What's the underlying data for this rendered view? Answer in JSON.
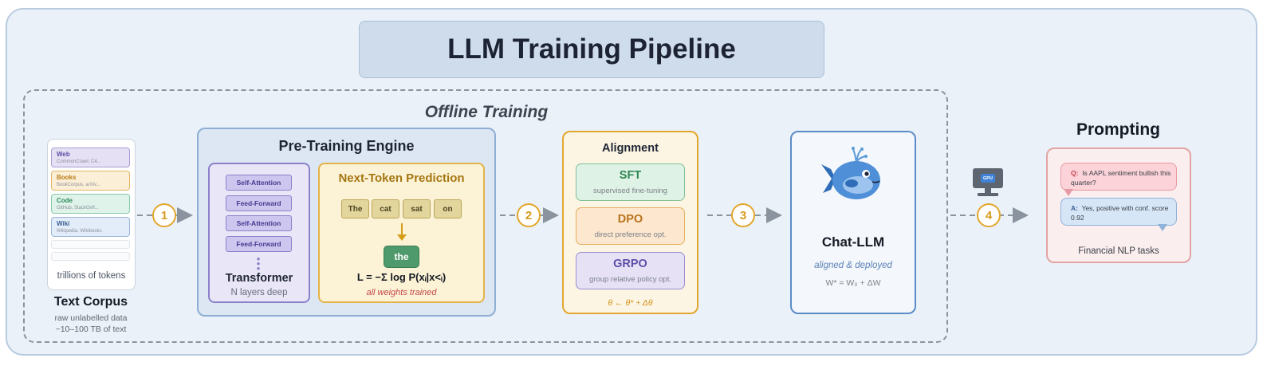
{
  "title": "LLM Training Pipeline",
  "offline_label": "Offline Training",
  "corpus": {
    "sources": [
      {
        "name": "Web",
        "sub": "CommonCrawl, C4..."
      },
      {
        "name": "Books",
        "sub": "BookCorpus, arXiv..."
      },
      {
        "name": "Code",
        "sub": "GitHub, StackOvfl..."
      },
      {
        "name": "Wiki",
        "sub": "Wikipedia, Wikibooks"
      }
    ],
    "footer": "trillions of tokens",
    "title": "Text Corpus",
    "sub1": "raw unlabelled data",
    "sub2": "~10–100 TB of text"
  },
  "steps": [
    "1",
    "2",
    "3",
    "4"
  ],
  "pretraining": {
    "title": "Pre-Training Engine",
    "layers": [
      "Self-Attention",
      "Feed-Forward",
      "Self-Attention",
      "Feed-Forward"
    ],
    "transformer_title": "Transformer",
    "transformer_sub": "N layers deep",
    "ntp_title": "Next-Token Prediction",
    "tokens": [
      "The",
      "cat",
      "sat",
      "on"
    ],
    "predicted": "the",
    "loss": "L = −Σ log P(xᵢ|x<ᵢ)",
    "note": "all weights trained"
  },
  "alignment": {
    "title": "Alignment",
    "methods": [
      {
        "name": "SFT",
        "sub": "supervised fine-tuning"
      },
      {
        "name": "DPO",
        "sub": "direct preference opt."
      },
      {
        "name": "GRPO",
        "sub": "group relative policy opt."
      }
    ],
    "update": "θ ← θ* + Δθ"
  },
  "chat": {
    "title": "Chat-LLM",
    "sub": "aligned & deployed",
    "eq": "W* = W₀ + ΔW"
  },
  "gpu_label": "GPU",
  "prompting": {
    "title": "Prompting",
    "q_label": "Q:",
    "q_text": "Is AAPL sentiment bullish this quarter?",
    "a_label": "A:",
    "a_text": "Yes, positive with conf. score 0.92",
    "footer": "Financial NLP tasks"
  },
  "colors": {
    "accent": "#e3a62b",
    "frame_bg": "#eaf1f8",
    "pretrain_border": "#8eaed4",
    "transformer_border": "#8c80c9",
    "ntp_border": "#e3b349",
    "chat_border": "#5b8cc8",
    "prompt_border": "#e2a4a4"
  }
}
